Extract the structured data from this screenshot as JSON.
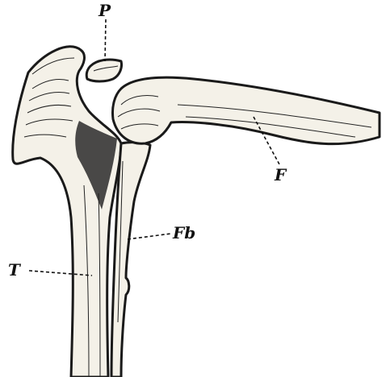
{
  "figure": {
    "labels": {
      "patella": "P",
      "femur": "F",
      "fibula": "Fb",
      "tibia": "T"
    }
  }
}
